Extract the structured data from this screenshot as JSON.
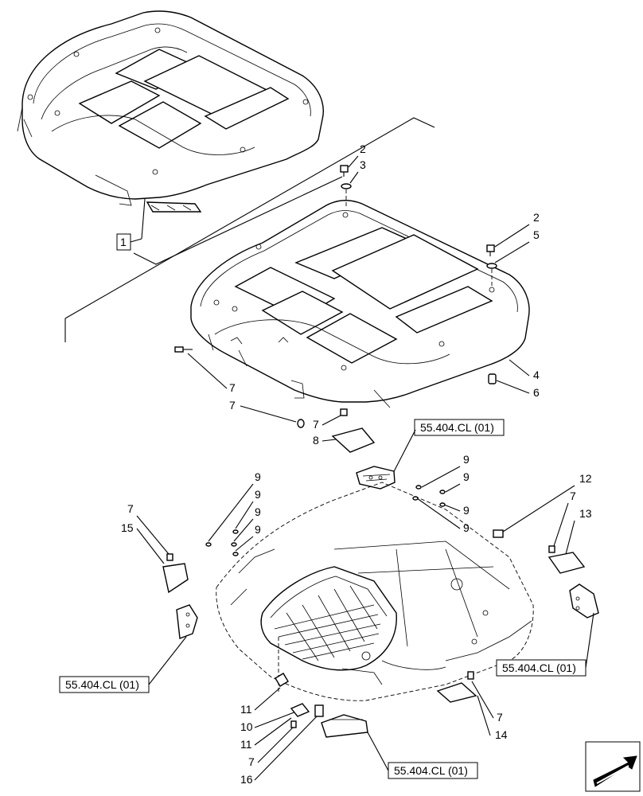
{
  "callouts": {
    "c1": "1",
    "c2a": "2",
    "c3": "3",
    "c2b": "2",
    "c5": "5",
    "c4": "4",
    "c6": "6",
    "c7a": "7",
    "c7b": "7",
    "c7c": "7",
    "c8": "8",
    "c9a": "9",
    "c9b": "9",
    "c9c": "9",
    "c9d": "9",
    "c9e": "9",
    "c9f": "9",
    "c9g": "9",
    "c9h": "9",
    "c12": "12",
    "c7d": "7",
    "c13": "13",
    "c7e": "7",
    "c15": "15",
    "c11a": "11",
    "c10": "10",
    "c11b": "11",
    "c7f": "7",
    "c16": "16",
    "c7g": "7",
    "c14": "14"
  },
  "references": {
    "ref_top": "55.404.CL (01)",
    "ref_left": "55.404.CL (01)",
    "ref_right": "55.404.CL (01)",
    "ref_bottom": "55.404.CL (01)"
  },
  "nav_icon": "next-page-arrow-icon"
}
